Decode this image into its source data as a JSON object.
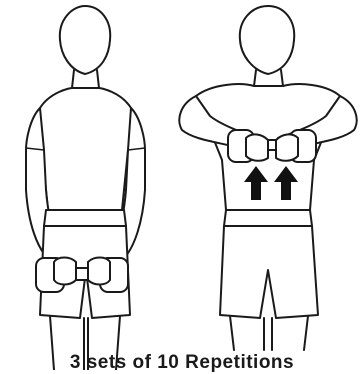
{
  "caption": "3 sets of 10 Repetitions",
  "steps": [
    {
      "id": "start",
      "description_arrows": 0
    },
    {
      "id": "lift",
      "description_arrows": 2
    }
  ],
  "colors": {
    "ink": "#1a1a1a",
    "arrow": "#111111",
    "background": "#ffffff"
  },
  "icons": [
    "upward-arrow-icon",
    "dumbbell-icon"
  ]
}
